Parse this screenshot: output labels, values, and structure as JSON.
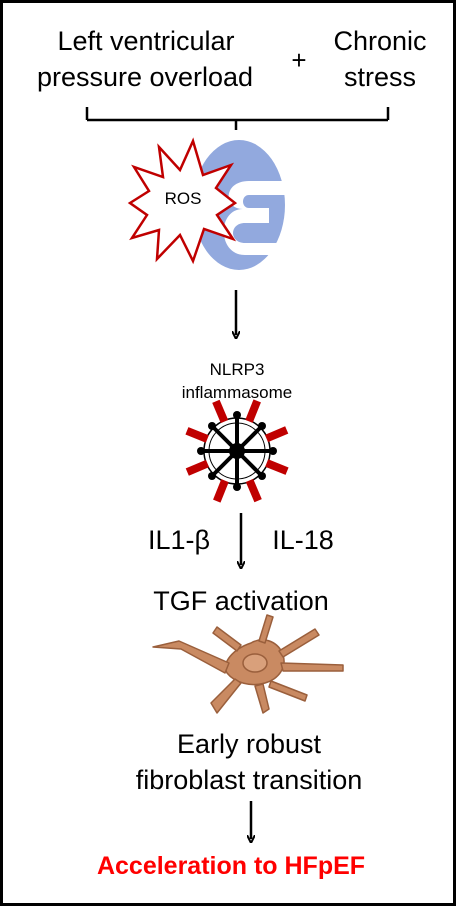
{
  "inputs": {
    "left_line1": "Left ventricular",
    "left_line2": "pressure overload",
    "plus": "+",
    "right_line1": "Chronic",
    "right_line2": "stress"
  },
  "ros_label": "ROS",
  "inflammasome": {
    "line1": "NLRP3",
    "line2": "inflammasome"
  },
  "cytokines": {
    "left": "IL1-β",
    "right": "IL-18"
  },
  "tgf_label": "TGF activation",
  "fibroblast": {
    "line1": "Early robust",
    "line2": "fibroblast transition"
  },
  "outcome": "Acceleration to HFpEF",
  "colors": {
    "mitochondrion": "#92a9de",
    "ros_star": "#c00000",
    "inflammasome_red": "#c00000",
    "fibroblast": "#c98a62",
    "outcome_text": "#ff0000"
  },
  "icons": [
    "mitochondrion-icon",
    "ros-burst-icon",
    "inflammasome-icon",
    "fibroblast-icon"
  ]
}
